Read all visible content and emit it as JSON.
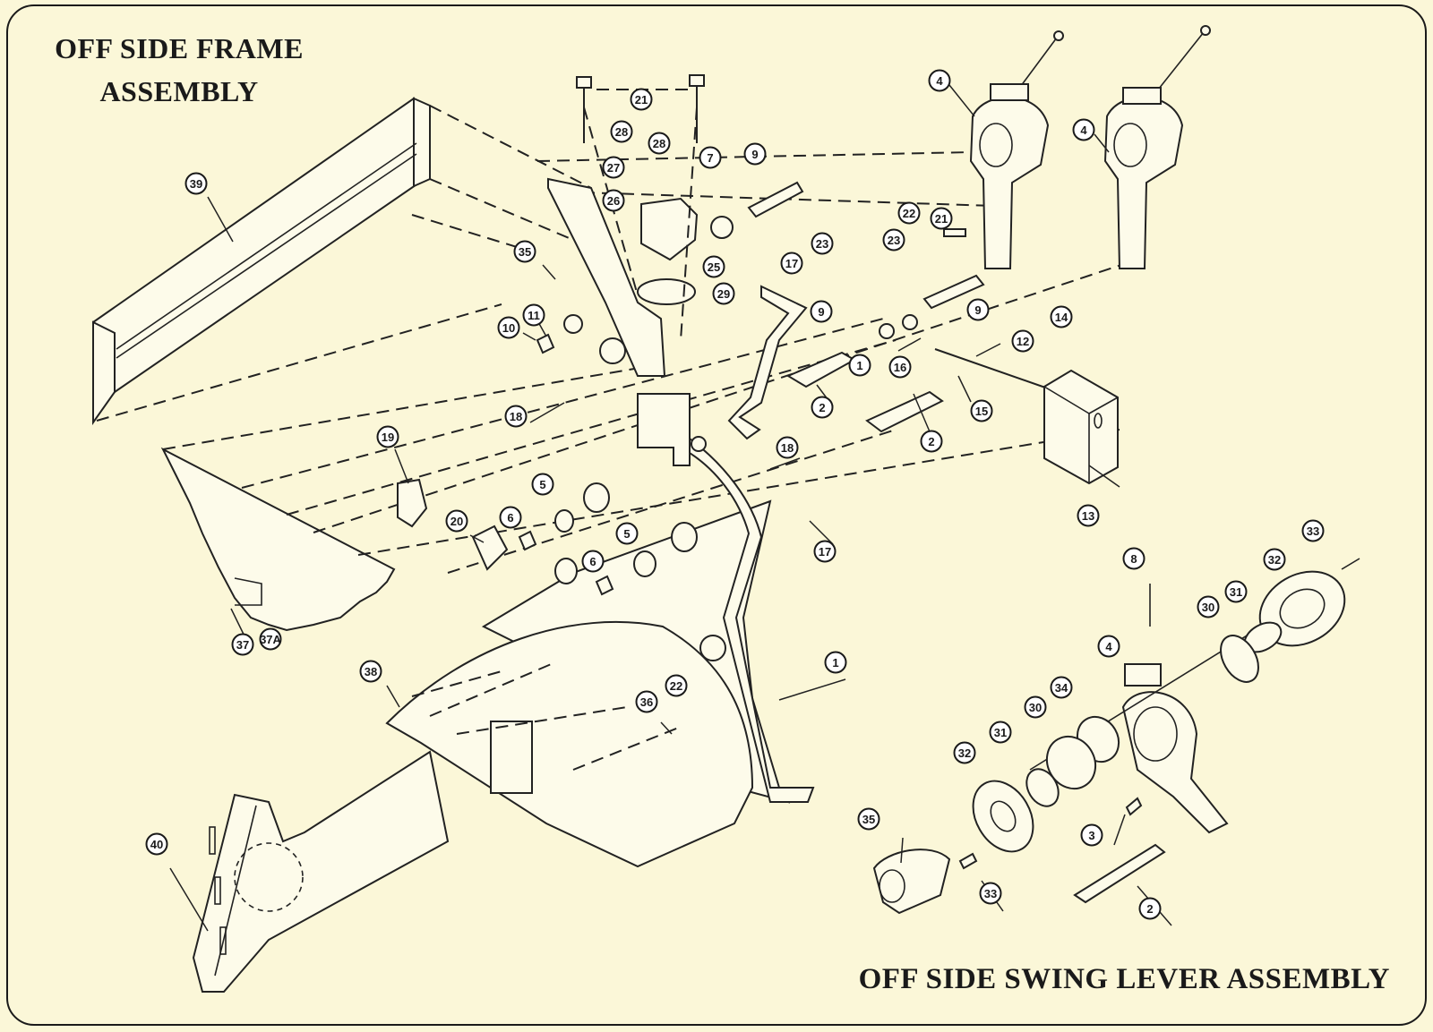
{
  "titles": {
    "frame_assembly": "OFF SIDE FRAME ASSEMBLY",
    "swing_lever_assembly": "OFF SIDE SWING LEVER ASSEMBLY"
  },
  "colors": {
    "background": "#fbf7d8",
    "linework": "#222222",
    "border": "#1a1a1a"
  },
  "callouts": [
    {
      "id": "c39",
      "label": "39"
    },
    {
      "id": "c21a",
      "label": "21"
    },
    {
      "id": "c28a",
      "label": "28"
    },
    {
      "id": "c28b",
      "label": "28"
    },
    {
      "id": "c27",
      "label": "27"
    },
    {
      "id": "c7",
      "label": "7"
    },
    {
      "id": "c9a",
      "label": "9"
    },
    {
      "id": "c26",
      "label": "26"
    },
    {
      "id": "c4a",
      "label": "4"
    },
    {
      "id": "c4b",
      "label": "4"
    },
    {
      "id": "c35a",
      "label": "35"
    },
    {
      "id": "c22a",
      "label": "22"
    },
    {
      "id": "c21b",
      "label": "21"
    },
    {
      "id": "c23a",
      "label": "23"
    },
    {
      "id": "c23b",
      "label": "23"
    },
    {
      "id": "c25",
      "label": "25"
    },
    {
      "id": "c17a",
      "label": "17"
    },
    {
      "id": "c29",
      "label": "29"
    },
    {
      "id": "c9b",
      "label": "9"
    },
    {
      "id": "c9c",
      "label": "9"
    },
    {
      "id": "c10",
      "label": "10"
    },
    {
      "id": "c11",
      "label": "11"
    },
    {
      "id": "c14",
      "label": "14"
    },
    {
      "id": "c12",
      "label": "12"
    },
    {
      "id": "c1a",
      "label": "1"
    },
    {
      "id": "c16",
      "label": "16"
    },
    {
      "id": "c18a",
      "label": "18"
    },
    {
      "id": "c2a",
      "label": "2"
    },
    {
      "id": "c15",
      "label": "15"
    },
    {
      "id": "c2b",
      "label": "2"
    },
    {
      "id": "c19",
      "label": "19"
    },
    {
      "id": "c18b",
      "label": "18"
    },
    {
      "id": "c5a",
      "label": "5"
    },
    {
      "id": "c13",
      "label": "13"
    },
    {
      "id": "c20",
      "label": "20"
    },
    {
      "id": "c6a",
      "label": "6"
    },
    {
      "id": "c5b",
      "label": "5"
    },
    {
      "id": "c17b",
      "label": "17"
    },
    {
      "id": "c6b",
      "label": "6"
    },
    {
      "id": "c33a",
      "label": "33"
    },
    {
      "id": "c8",
      "label": "8"
    },
    {
      "id": "c32a",
      "label": "32"
    },
    {
      "id": "c37",
      "label": "37"
    },
    {
      "id": "c37A",
      "label": "37A"
    },
    {
      "id": "c31a",
      "label": "31"
    },
    {
      "id": "c30a",
      "label": "30"
    },
    {
      "id": "c1b",
      "label": "1"
    },
    {
      "id": "c4c",
      "label": "4"
    },
    {
      "id": "c38",
      "label": "38"
    },
    {
      "id": "c36",
      "label": "36"
    },
    {
      "id": "c22b",
      "label": "22"
    },
    {
      "id": "c34",
      "label": "34"
    },
    {
      "id": "c31b",
      "label": "31"
    },
    {
      "id": "c30b",
      "label": "30"
    },
    {
      "id": "c32b",
      "label": "32"
    },
    {
      "id": "c35b",
      "label": "35"
    },
    {
      "id": "c3",
      "label": "3"
    },
    {
      "id": "c40",
      "label": "40"
    },
    {
      "id": "c33b",
      "label": "33"
    },
    {
      "id": "c2c",
      "label": "2"
    }
  ]
}
